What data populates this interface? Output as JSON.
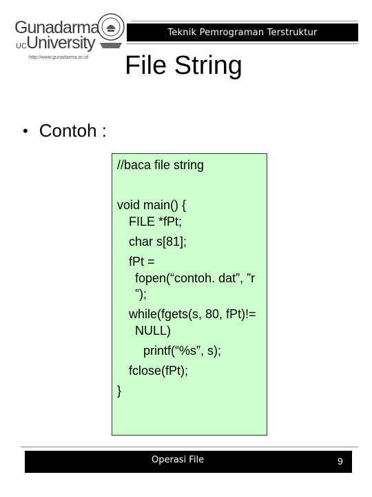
{
  "logo": {
    "name_line1": "Gunadarma",
    "uc_mark": "UC",
    "name_line2": "University",
    "url": "http://www.gunadarma.ac.id"
  },
  "header": {
    "course_title": "Teknik Pemrograman Terstruktur"
  },
  "slide": {
    "title": "File String",
    "bullet": "•",
    "bullet_text": "Contoh :"
  },
  "code": {
    "lines": [
      "//baca file string",
      "void main() {",
      "FILE *fPt;",
      "char s[81];",
      "fPt =",
      "fopen(“contoh. dat”, ”r",
      "”);",
      "while(fgets(s, 80, fPt)!=",
      "NULL)",
      "printf(“%s”, s);",
      "fclose(fPt);",
      "}"
    ]
  },
  "footer": {
    "label": "Operasi File",
    "page_number": "9"
  }
}
